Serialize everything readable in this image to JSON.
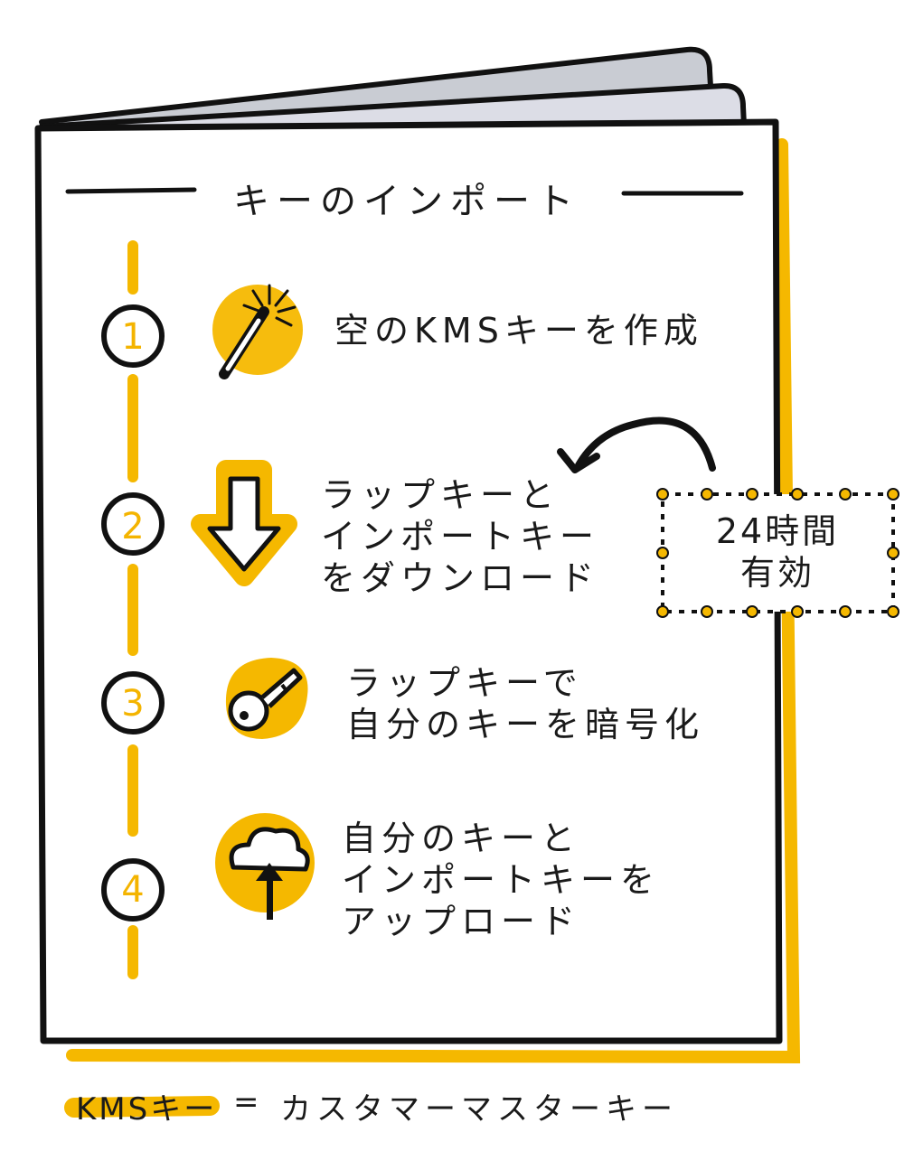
{
  "title": "キーのインポート",
  "steps": [
    {
      "number": "1",
      "label": "空のKMSキーを作成",
      "icon": "magic-wand-icon"
    },
    {
      "number": "2",
      "label": "ラップキーと\nインポートキー\nをダウンロード",
      "icon": "download-arrow-icon"
    },
    {
      "number": "3",
      "label": "ラップキーで\n自分のキーを暗号化",
      "icon": "key-icon"
    },
    {
      "number": "4",
      "label": "自分のキーと\nインポートキーを\nアップロード",
      "icon": "cloud-upload-icon"
    }
  ],
  "validity_note": "24時間\n有効",
  "footer": {
    "term": "KMSキー",
    "equals": "=",
    "definition": "カスタマーマスターキー"
  },
  "colors": {
    "accent": "#F5B800",
    "ink": "#1A1A1A",
    "page_back": "#C9CCD3",
    "page_back2": "#DCDDE6"
  }
}
